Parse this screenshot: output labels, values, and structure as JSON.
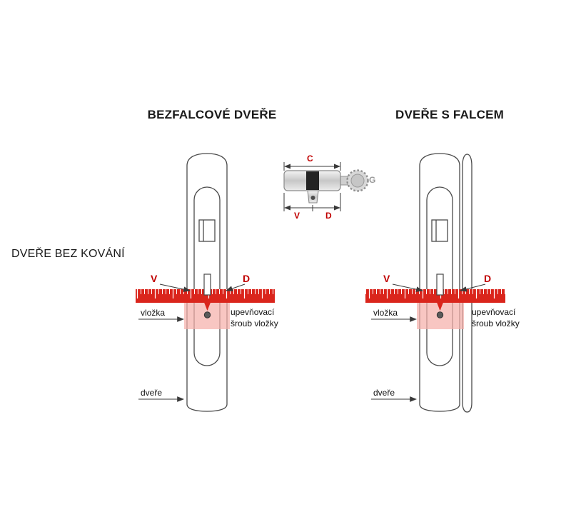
{
  "colors": {
    "accent_red": "#c00000",
    "ruler_red": "#da251c",
    "highlight_pink": "#f5b0aa",
    "line_gray": "#4a4a4a"
  },
  "headings": {
    "left_door_type": "BEZFALCOVÉ DVEŘE",
    "right_door_type": "DVEŘE S FALCEM",
    "side_note": "DVEŘE BEZ KOVÁNÍ"
  },
  "cylinder_legend": {
    "total": "C",
    "left_half": "V",
    "right_half": "D",
    "knob": "G"
  },
  "left_door": {
    "v": "V",
    "d": "D",
    "cylinder_label": "vložka",
    "screw_label": "upevňovací šroub vložky",
    "door_label": "dveře"
  },
  "right_door": {
    "v": "V",
    "d": "D",
    "cylinder_label": "vložka",
    "screw_label": "upevňovací šroub vložky",
    "door_label": "dveře"
  }
}
